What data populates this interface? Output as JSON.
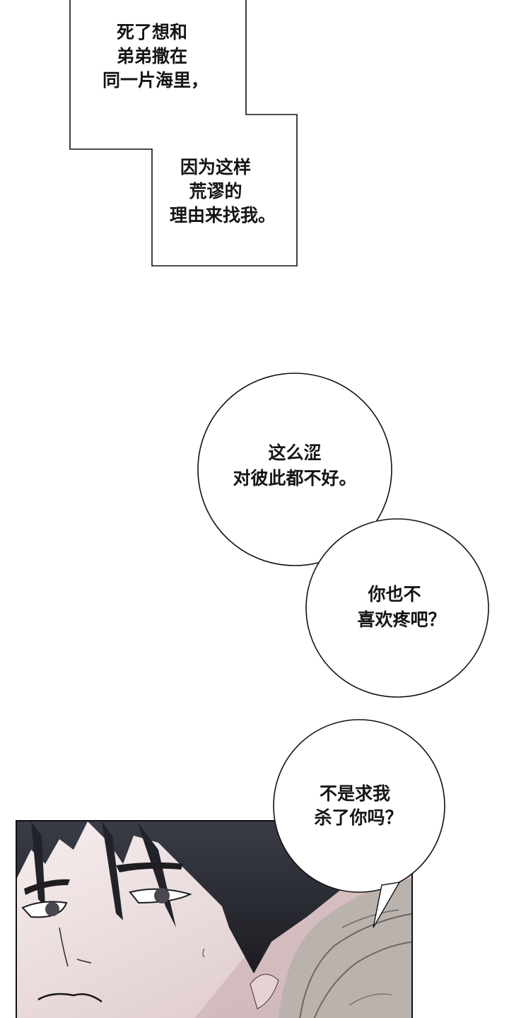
{
  "comic": {
    "caption_box_1": {
      "lines": [
        "死了想和",
        "弟弟撒在",
        "同一片海里，"
      ]
    },
    "caption_box_2": {
      "lines": [
        "因为这样",
        "荒谬的",
        "理由来找我。"
      ]
    },
    "bubble_1": {
      "lines": [
        "这么涩",
        "对彼此都不好。"
      ]
    },
    "bubble_2": {
      "lines": [
        "你也不",
        "喜欢疼吧？"
      ]
    },
    "bubble_3": {
      "lines": [
        "不是求我",
        "杀了你吗？"
      ]
    },
    "panel": {
      "description": "close-up of dark-haired man's face with light-haired person in foreground",
      "colors": {
        "skin": "#f4e9ea",
        "hair_dark": "#2a2c33",
        "hair_light": "#b9b2ad",
        "border": "#111111"
      }
    }
  }
}
